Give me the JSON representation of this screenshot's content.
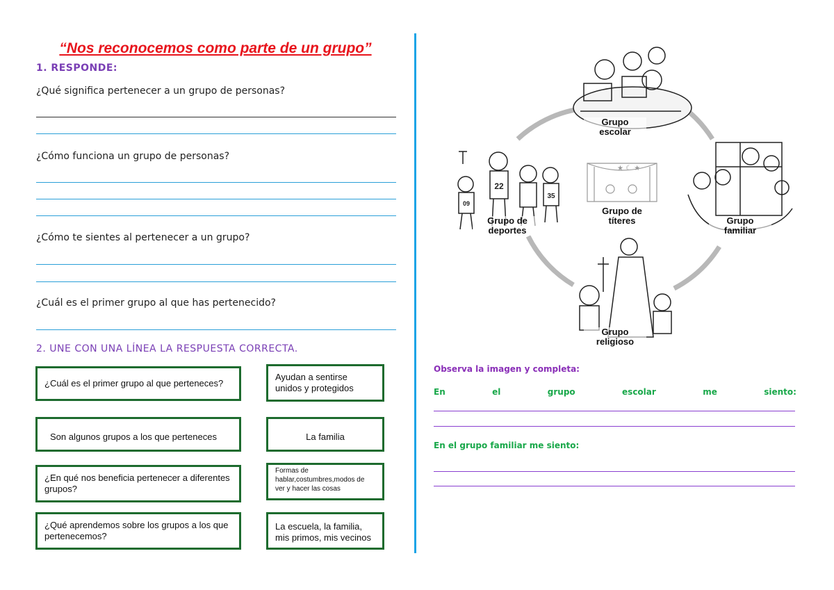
{
  "title": "“Nos reconocemos como parte de un grupo”",
  "section1": {
    "heading": "1.  RESPONDE:",
    "questions": [
      "¿Qué significa pertenecer a un grupo de personas?",
      "¿Cómo funciona un grupo de personas?",
      "¿Cómo te sientes al pertenecer a un grupo?",
      "¿Cuál es el primer grupo al que has pertenecido?"
    ]
  },
  "section2": {
    "heading": "2.  UNE CON UNA LÍNEA LA RESPUESTA CORRECTA.",
    "left": [
      "¿Cuál es el primer grupo al que perteneces?",
      "Son algunos grupos a los que perteneces",
      "¿En qué  nos beneficia pertenecer a diferentes grupos?",
      "¿Qué aprendemos sobre los grupos a los que pertenecemos?"
    ],
    "right": [
      "Ayudan a sentirse unidos y protegidos",
      "La familia",
      "Formas de hablar,costumbres,modos de ver y hacer las cosas",
      "La escuela, la familia, mis primos, mis vecinos"
    ]
  },
  "diagram": {
    "labels": {
      "escolar": [
        "Grupo",
        "escolar"
      ],
      "deportes": [
        "Grupo de",
        "deportes"
      ],
      "titeres": [
        "Grupo de",
        "títeres"
      ],
      "familiar": [
        "Grupo",
        "familiar"
      ],
      "religioso": [
        "Grupo",
        "religioso"
      ]
    },
    "jerseys": [
      "22",
      "35",
      "09"
    ]
  },
  "observe": {
    "heading": "Observa la imagen y completa:",
    "escolar_words": [
      "En",
      "el",
      "grupo",
      "escolar",
      "me",
      "siento:"
    ],
    "familiar": "En el grupo familiar me siento:"
  },
  "colors": {
    "title": "#e8141c",
    "heading": "#7a3fb5",
    "line": "#2a9fd8",
    "box": "#1d6b2e",
    "green": "#19a84a",
    "divider": "#1aa4e6"
  }
}
